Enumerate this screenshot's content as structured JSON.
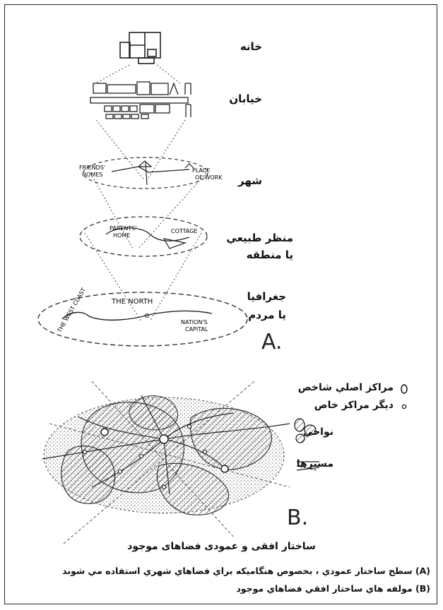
{
  "figure_a": {
    "levels": [
      {
        "id": "home",
        "label": "خانه"
      },
      {
        "id": "street",
        "label": "خيابان"
      },
      {
        "id": "city",
        "label": "شهر",
        "map_labels": [
          "FRIENDS' HOMES",
          "PLACE OF WORK"
        ]
      },
      {
        "id": "landscape",
        "label_line1": "منظر طبيعي",
        "label_line2": "يا منطقه",
        "map_labels": [
          "PARENTS' HOME",
          "COTTAGE"
        ]
      },
      {
        "id": "geography",
        "label_line1": "جغرافيا",
        "label_line2": "يا مردم",
        "map_labels": [
          "THE NORTH",
          "THE WEST COAST",
          "NATION'S CAPITAL"
        ]
      }
    ],
    "letter": "A."
  },
  "figure_b": {
    "letter": "B.",
    "legend": [
      {
        "label": "مراكز اصلي شاخص",
        "icon": "large-circle-icon"
      },
      {
        "label": "ديگر مراكز خاص",
        "icon": "small-circle-icon"
      },
      {
        "label": "نواحي",
        "icon": "hatched-areas-icon"
      },
      {
        "label": "مسيرها",
        "icon": "routes-icon"
      }
    ]
  },
  "caption": {
    "title": "ساختار افقی و عمودی فضاهای موجود",
    "note_a": "(A) سطح ساختار عمودي ، بخصوص هنگاميكه براي فضاهاي شهري استفاده مي شوند",
    "note_b": "(B) مولفه هاي ساختار افقي فضاهاي موجود"
  }
}
